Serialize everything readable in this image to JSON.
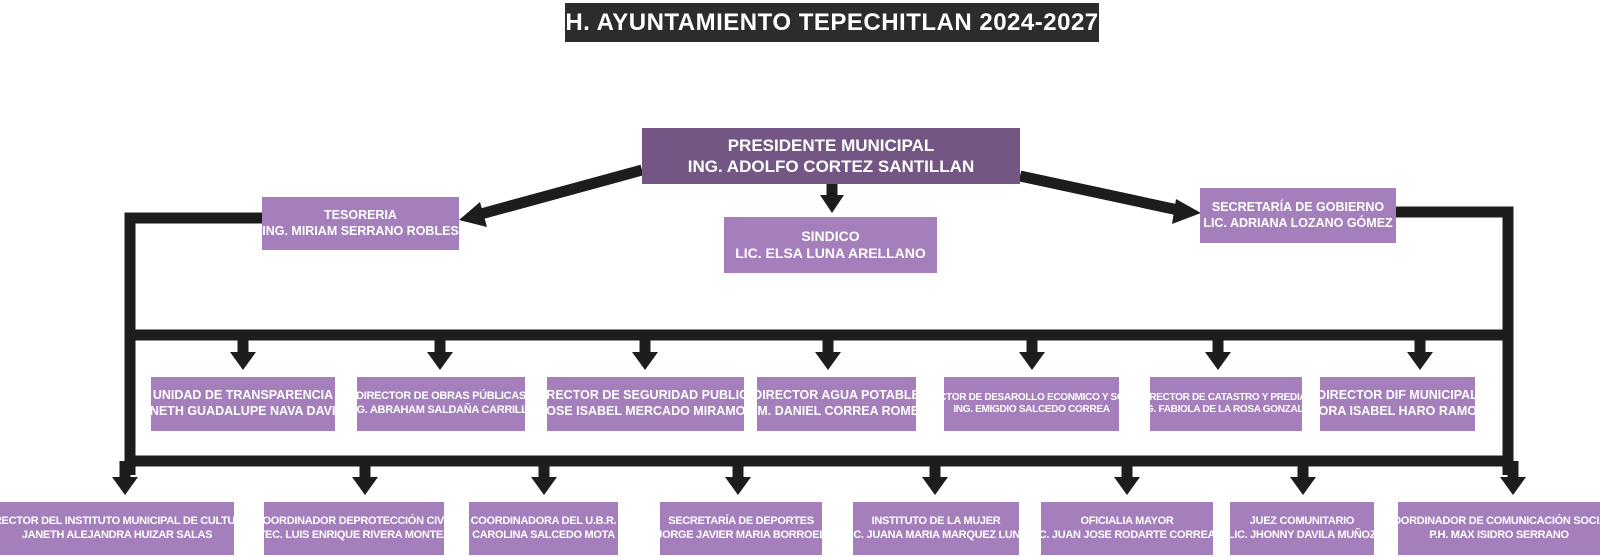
{
  "title": "H. AYUNTAMIENTO TEPECHITLAN 2024-2027",
  "colors": {
    "banner": "#2c2c2c",
    "president": "#735683",
    "node": "#a47fbc",
    "line": "#1d1d1d"
  },
  "president": {
    "role": "PRESIDENTE MUNICIPAL",
    "name": "ING. ADOLFO CORTEZ SANTILLAN"
  },
  "tesoreria": {
    "role": "TESORERIA",
    "name": "ING. MIRIAM SERRANO ROBLES"
  },
  "sindico": {
    "role": "SINDICO",
    "name": "LIC. ELSA LUNA ARELLANO"
  },
  "secretaria_gobierno": {
    "role": "SECRETARÍA DE GOBIERNO",
    "name": "LIC. ADRIANA LOZANO GÓMEZ"
  },
  "directors": [
    {
      "role": "UNIDAD DE TRANSPARENCIA",
      "name": "JANETH GUADALUPE NAVA DAVILA"
    },
    {
      "role": "DIRECTOR DE OBRAS PÚBLICAS",
      "name": "ING. ABRAHAM SALDAÑA CARRILLO"
    },
    {
      "role": "DIRECTOR DE SEGURIDAD PUBLICA",
      "name": "LIC. JOSE ISABEL MERCADO MIRAMONTES"
    },
    {
      "role": "DIRECTOR AGUA POTABLE",
      "name": "T.A.M. DANIEL CORREA ROMERO"
    },
    {
      "role": "DIRECTOR DE DESAROLLO ECONMICO Y SOCIAL",
      "name": "ING. EMIGDIO SALCEDO CORREA"
    },
    {
      "role": "DIRECTOR DE CATASTRO Y PREDIAL",
      "name": "ING. FABIOLA DE LA ROSA GONZALEZ"
    },
    {
      "role": "DIRECTOR DIF MUNICIPAL",
      "name": "NORA ISABEL HARO RAMOS"
    }
  ],
  "coordinators": [
    {
      "role": "DIRECTOR DEL INSTITUTO MUNICIPAL DE CULTURA",
      "name": "JANETH ALEJANDRA HUIZAR SALAS"
    },
    {
      "role": "COORDINADOR DEPROTECCIÓN CIVIL",
      "name": "TEC. LUIS ENRIQUE RIVERA MONTEZ"
    },
    {
      "role": "COORDINADORA DEL U.B.R.",
      "name": "CAROLINA SALCEDO MOTA"
    },
    {
      "role": "SECRETARÍA DE DEPORTES",
      "name": "JORGE JAVIER MARIA BORROEL"
    },
    {
      "role": "INSTITUTO DE LA MUJER",
      "name": "LIC. JUANA MARIA MARQUEZ LUNA"
    },
    {
      "role": "OFICIALIA  MAYOR",
      "name": "C. JUAN JOSE RODARTE CORREA"
    },
    {
      "role": "JUEZ COMUNITARIO",
      "name": "LIC. JHONNY DAVILA MUÑOZ"
    },
    {
      "role": "COORDINADOR DE COMUNICACIÓN SOCIAL",
      "name": "P.H. MAX ISIDRO SERRANO"
    }
  ]
}
